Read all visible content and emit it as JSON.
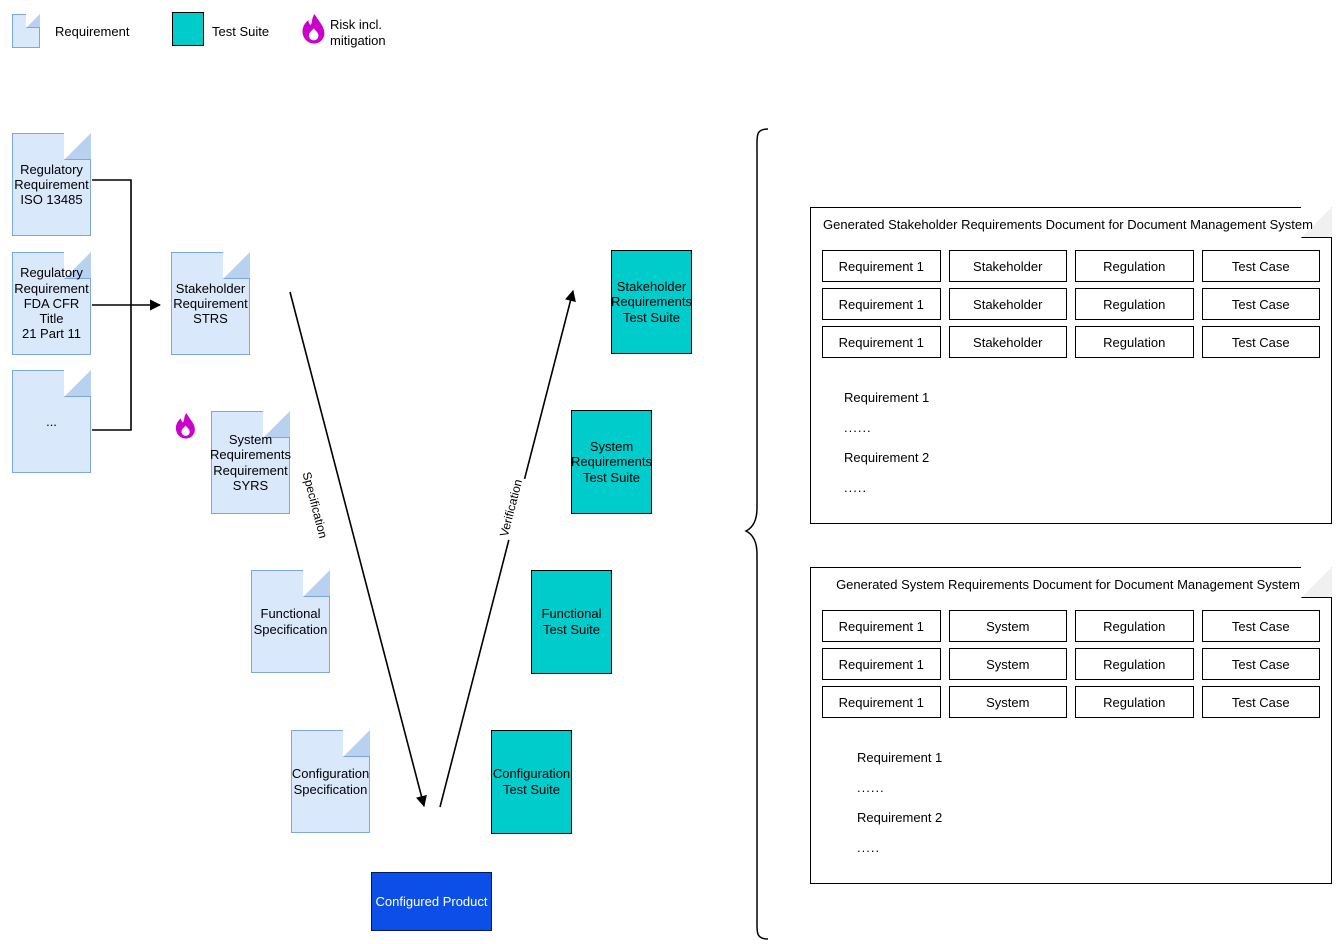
{
  "legend": {
    "items": [
      {
        "icon": "document-icon",
        "label": "Requirement"
      },
      {
        "icon": "square-icon",
        "label": "Test Suite"
      },
      {
        "icon": "flame-icon",
        "label": "Risk incl.\nmitigation"
      }
    ]
  },
  "colors": {
    "requirement_fill": "#dae8fc",
    "requirement_stroke": "#7ea6e0",
    "test_suite_fill": "#00cccc",
    "product_fill": "#0b4fe8",
    "risk_icon": "#cc00cc",
    "fold_gray": "#f0f0f0"
  },
  "left_inputs": [
    {
      "label": "Regulatory\nRequirement\nISO 13485"
    },
    {
      "label": "Regulatory\nRequirement\nFDA CFR Title\n21 Part 11"
    },
    {
      "label": "..."
    }
  ],
  "specification_side": [
    {
      "label": "Stakeholder\nRequirement\nSTRS",
      "risk": false
    },
    {
      "label": "System\nRequirements\nRequirement\nSYRS",
      "risk": true
    },
    {
      "label": "Functional\nSpecification",
      "risk": false
    },
    {
      "label": "Configuration\nSpecification",
      "risk": false
    }
  ],
  "verification_side": [
    {
      "label": "Stakeholder\nRequirements\nTest Suite"
    },
    {
      "label": "System\nRequirements\nTest Suite"
    },
    {
      "label": "Functional\nTest Suite"
    },
    {
      "label": "Configuration\nTest Suite"
    }
  ],
  "product": {
    "label": "Configured Product"
  },
  "edges": {
    "specification_label": "Specification",
    "verification_label": "Verification"
  },
  "generated_documents": [
    {
      "title": "Generated Stakeholder Requirements Document for Document Management System",
      "columns": [
        "Requirement 1",
        "Stakeholder",
        "Regulation",
        "Test Case"
      ],
      "rows": [
        [
          "Requirement 1",
          "Stakeholder",
          "Regulation",
          "Test Case"
        ],
        [
          "Requirement 1",
          "Stakeholder",
          "Regulation",
          "Test Case"
        ],
        [
          "Requirement 1",
          "Stakeholder",
          "Regulation",
          "Test Case"
        ]
      ],
      "body": [
        "Requirement 1",
        "......",
        "Requirement 2",
        "....."
      ]
    },
    {
      "title": "Generated System Requirements Document for Document Management System",
      "columns": [
        "Requirement 1",
        "System",
        "Regulation",
        "Test Case"
      ],
      "rows": [
        [
          "Requirement 1",
          "System",
          "Regulation",
          "Test Case"
        ],
        [
          "Requirement 1",
          "System",
          "Regulation",
          "Test Case"
        ],
        [
          "Requirement 1",
          "System",
          "Regulation",
          "Test Case"
        ]
      ],
      "body": [
        "Requirement 1",
        "......",
        "Requirement 2",
        "....."
      ]
    }
  ]
}
